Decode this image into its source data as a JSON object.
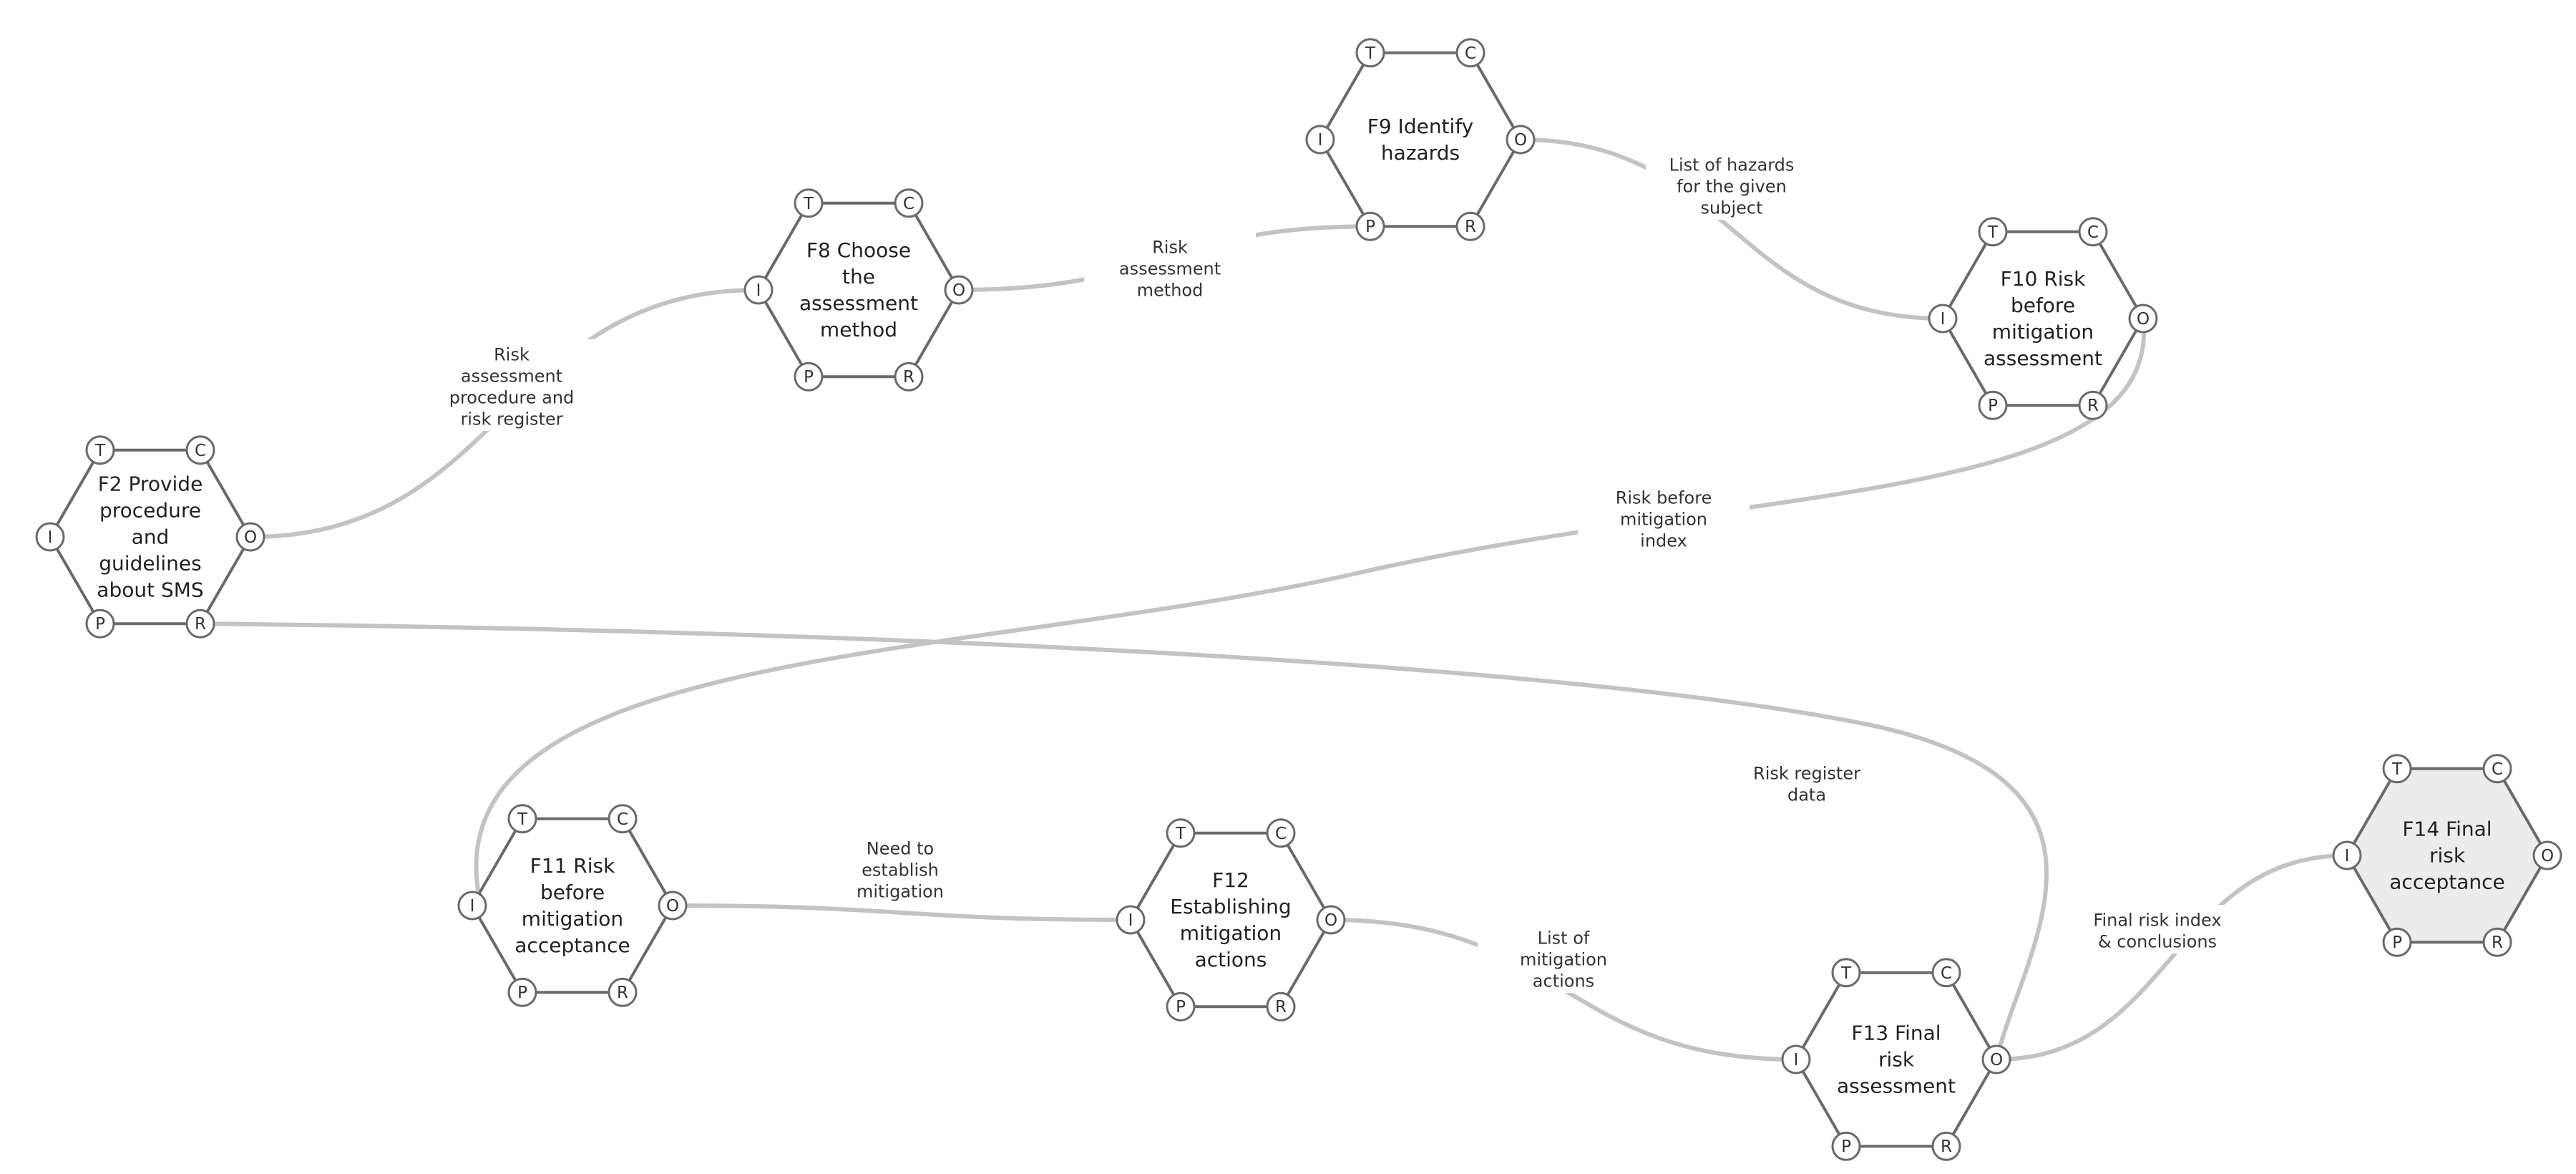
{
  "functions": [
    {
      "id": "F2",
      "label_lines": [
        "F2 Provide",
        "procedure",
        "and",
        "guidelines",
        "about SMS"
      ],
      "shaded": false
    },
    {
      "id": "F8",
      "label_lines": [
        "F8 Choose",
        "the",
        "assessment",
        "method"
      ],
      "shaded": false
    },
    {
      "id": "F9",
      "label_lines": [
        "F9 Identify",
        "hazards"
      ],
      "shaded": false
    },
    {
      "id": "F10",
      "label_lines": [
        "F10 Risk",
        "before",
        "mitigation",
        "assessment"
      ],
      "shaded": false
    },
    {
      "id": "F11",
      "label_lines": [
        "F11 Risk",
        "before",
        "mitigation",
        "acceptance"
      ],
      "shaded": false
    },
    {
      "id": "F12",
      "label_lines": [
        "F12",
        "Establishing",
        "mitigation",
        "actions"
      ],
      "shaded": false
    },
    {
      "id": "F13",
      "label_lines": [
        "F13 Final",
        "risk",
        "assessment"
      ],
      "shaded": false
    },
    {
      "id": "F14",
      "label_lines": [
        "F14 Final",
        "risk",
        "acceptance"
      ],
      "shaded": true
    }
  ],
  "aspects": {
    "T": "T",
    "C": "C",
    "I": "I",
    "O": "O",
    "P": "P",
    "R": "R"
  },
  "connections": [
    {
      "from": "F2",
      "from_aspect": "O",
      "to": "F8",
      "to_aspect": "I",
      "label_lines": [
        "Risk",
        "assessment",
        "procedure and",
        "risk register"
      ]
    },
    {
      "from": "F8",
      "from_aspect": "O",
      "to": "F9",
      "to_aspect": "P",
      "label_lines": [
        "Risk",
        "assessment",
        "method"
      ]
    },
    {
      "from": "F9",
      "from_aspect": "O",
      "to": "F10",
      "to_aspect": "I",
      "label_lines": [
        "List of hazards",
        "for the given",
        "subject"
      ]
    },
    {
      "from": "F10",
      "from_aspect": "O",
      "to": "F11",
      "to_aspect": "I",
      "label_lines": [
        "Risk before",
        "mitigation",
        "index"
      ]
    },
    {
      "from": "F11",
      "from_aspect": "O",
      "to": "F12",
      "to_aspect": "I",
      "label_lines": [
        "Need to",
        "establish",
        "mitigation"
      ]
    },
    {
      "from": "F12",
      "from_aspect": "O",
      "to": "F13",
      "to_aspect": "I",
      "label_lines": [
        "List of",
        "mitigation",
        "actions"
      ]
    },
    {
      "from": "F2",
      "from_aspect": "R",
      "to": "F13",
      "to_aspect": "O",
      "label_lines": [
        "Risk register",
        "data"
      ]
    },
    {
      "from": "F13",
      "from_aspect": "O",
      "to": "F14",
      "to_aspect": "I",
      "label_lines": [
        "Final risk index",
        "& conclusions"
      ]
    }
  ]
}
